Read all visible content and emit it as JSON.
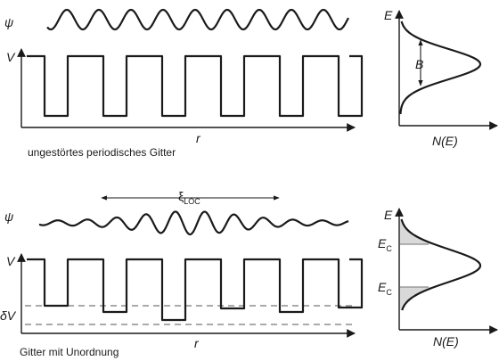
{
  "top_panel": {
    "psi_label": "ψ",
    "v_label": "V",
    "r_label": "r",
    "caption": "ungestörtes periodisches Gitter"
  },
  "top_dos": {
    "e_label": "E",
    "n_label": "N(E)",
    "b_label": "B"
  },
  "bottom_panel": {
    "psi_label": "ψ",
    "v_label": "V",
    "dv_label": "δV",
    "r_label": "r",
    "xi_label": "ξ",
    "xi_sub": "LOC",
    "caption": "Gitter mit Unordnung"
  },
  "bottom_dos": {
    "e_label": "E",
    "n_label": "N(E)",
    "ec_label": "E",
    "ec_sub": "C"
  },
  "lattice": {
    "periods": 6,
    "well_depths_disorder": [
      0.4,
      0.95,
      1.6,
      0.65,
      0.95,
      0.55
    ]
  }
}
